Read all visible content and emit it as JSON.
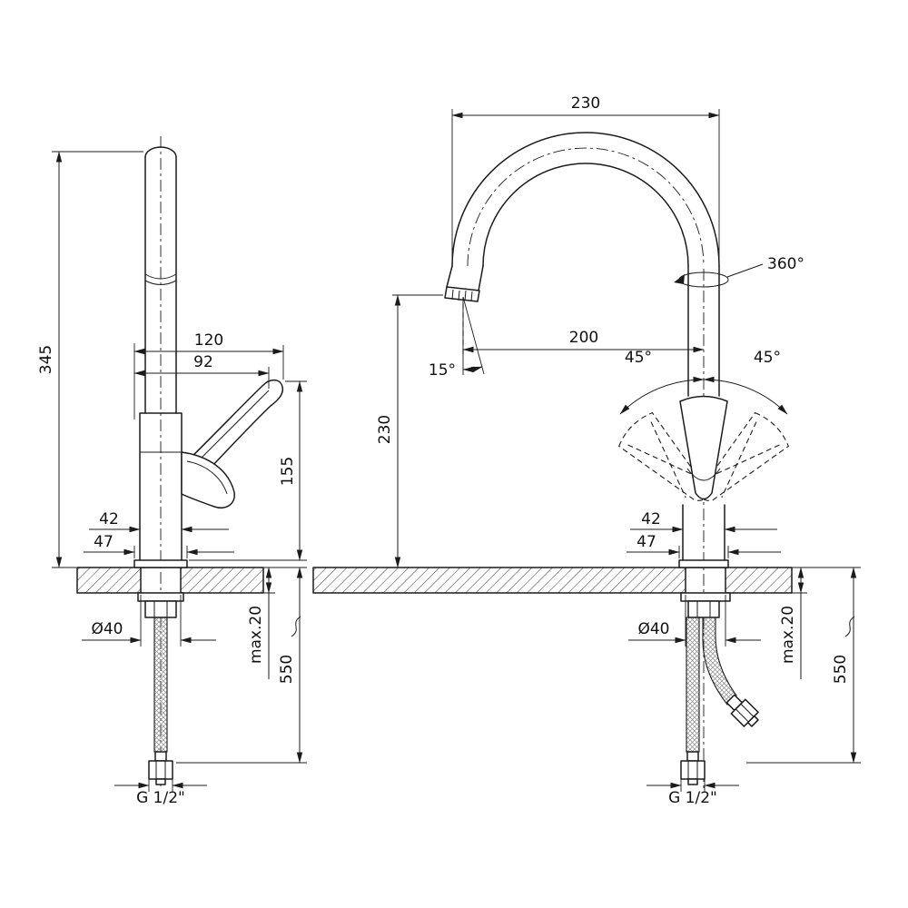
{
  "drawing": {
    "left_view": {
      "total_height": "345",
      "reach_120": "120",
      "reach_92": "92",
      "body_height": "155",
      "body_width": "42",
      "base_width": "47",
      "hole_diameter": "Ø40",
      "max_counter_thickness": "max.20",
      "hose_length": "550",
      "thread": "G 1/2\""
    },
    "right_view": {
      "spout_span": "230",
      "swivel_angle": "360°",
      "spout_reach": "200",
      "outlet_angle": "15°",
      "handle_swing_left": "45°",
      "handle_swing_right": "45°",
      "spout_height": "230",
      "body_width": "42",
      "base_width": "47",
      "hole_diameter": "Ø40",
      "max_counter_thickness": "max.20",
      "hose_length": "550",
      "thread": "G 1/2\""
    }
  }
}
